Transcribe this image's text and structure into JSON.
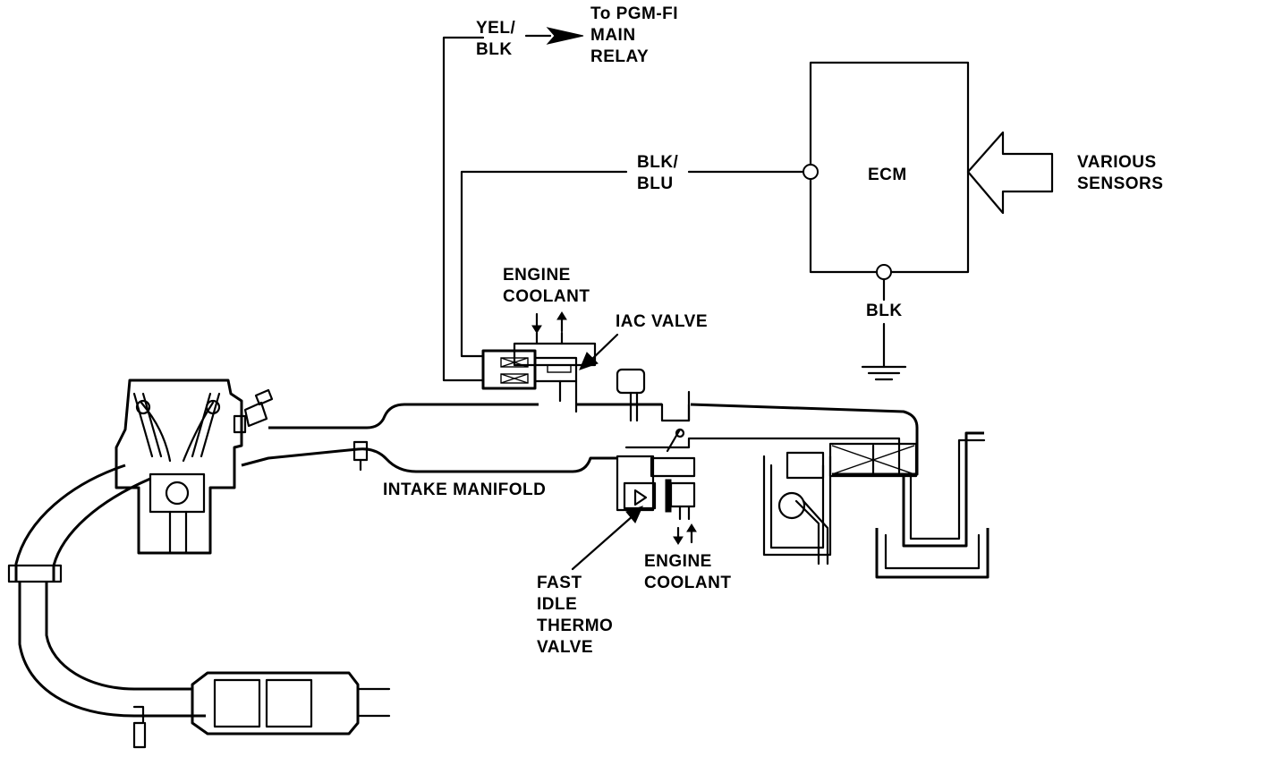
{
  "labels": {
    "yel_blk": "YEL/\nBLK",
    "pgmfi_relay": "To PGM-FI\nMAIN\nRELAY",
    "blk_blu": "BLK/\nBLU",
    "ecm": "ECM",
    "various_sensors": "VARIOUS\nSENSORS",
    "blk": "BLK",
    "engine_coolant_top": "ENGINE\nCOOLANT",
    "iac_valve": "IAC VALVE",
    "intake_manifold": "INTAKE MANIFOLD",
    "fast_idle": "FAST\nIDLE\nTHERMO\nVALVE",
    "engine_coolant_bottom": "ENGINE\nCOOLANT"
  },
  "colors": {
    "ink": "#000000",
    "paper": "#ffffff"
  }
}
